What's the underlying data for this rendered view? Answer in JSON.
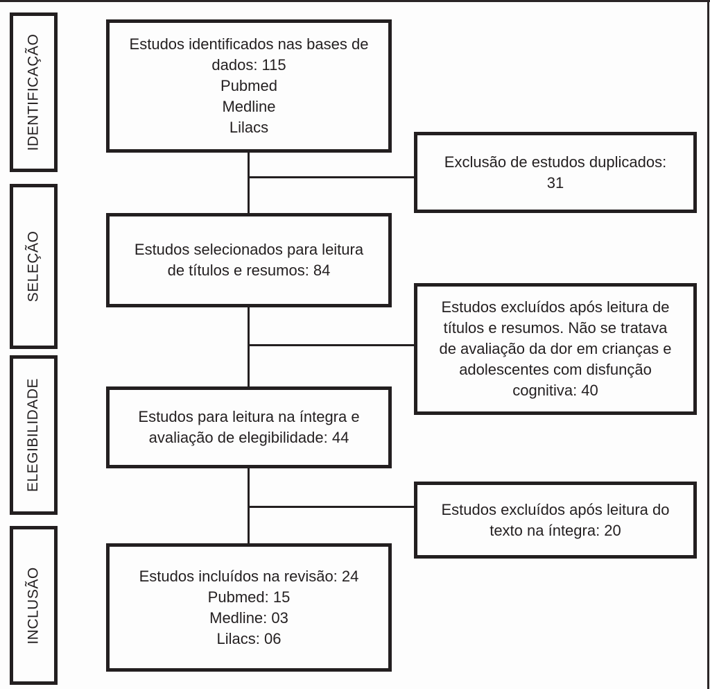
{
  "figure": {
    "type": "prisma-flow-diagram",
    "background_color": "#fdfdfd",
    "line_color": "#231f20",
    "stages": [
      {
        "label": "IDENTIFICAÇÃO"
      },
      {
        "label": "SELEÇÃO"
      },
      {
        "label": "ELEGIBILIDADE"
      },
      {
        "label": "INCLUSÃO"
      }
    ],
    "main_boxes": [
      {
        "lines": [
          "Estudos identificados nas bases de dados: 115",
          "Pubmed",
          "Medline",
          "Lilacs"
        ]
      },
      {
        "lines": [
          "Estudos selecionados para leitura de títulos e resumos: 84"
        ]
      },
      {
        "lines": [
          "Estudos para leitura na íntegra e avaliação de elegibilidade: 44"
        ]
      },
      {
        "lines": [
          "Estudos incluídos na revisão: 24",
          "Pubmed: 15",
          "Medline: 03",
          "Lilacs: 06"
        ]
      }
    ],
    "exclusion_boxes": [
      {
        "text": "Exclusão de estudos duplicados: 31"
      },
      {
        "text": "Estudos excluídos após leitura de títulos e resumos. Não se tratava de avaliação da dor em crianças e adolescentes com disfunção cognitiva: 40"
      },
      {
        "text": "Estudos excluídos após leitura do texto na íntegra: 20"
      }
    ]
  }
}
